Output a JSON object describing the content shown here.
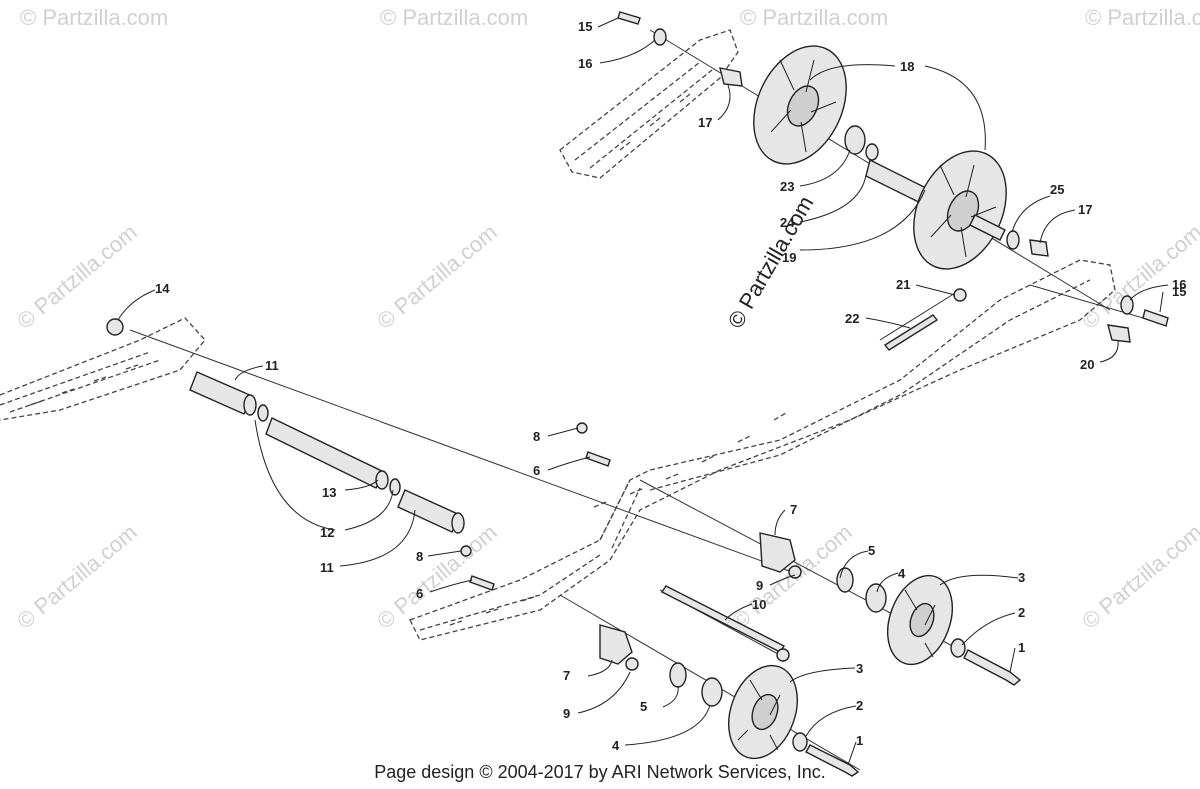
{
  "watermark": {
    "text": "© Partzilla.com",
    "prominent_text": "© Partzilla.com"
  },
  "footer": {
    "text": "Page design © 2004-2017 by ARI Network Services, Inc."
  },
  "callouts": {
    "c1a": "1",
    "c1b": "1",
    "c2a": "2",
    "c2b": "2",
    "c3a": "3",
    "c3b": "3",
    "c4a": "4",
    "c4b": "4",
    "c5a": "5",
    "c5b": "5",
    "c6a": "6",
    "c6b": "6",
    "c7a": "7",
    "c7b": "7",
    "c8a": "8",
    "c8b": "8",
    "c9a": "9",
    "c9b": "9",
    "c10": "10",
    "c11a": "11",
    "c11b": "11",
    "c12": "12",
    "c13": "13",
    "c14": "14",
    "c15a": "15",
    "c15b": "15",
    "c16a": "16",
    "c16b": "16",
    "c17a": "17",
    "c17b": "17",
    "c18": "18",
    "c19": "19",
    "c20": "20",
    "c21": "21",
    "c22": "22",
    "c23": "23",
    "c24": "24",
    "c25": "25"
  }
}
